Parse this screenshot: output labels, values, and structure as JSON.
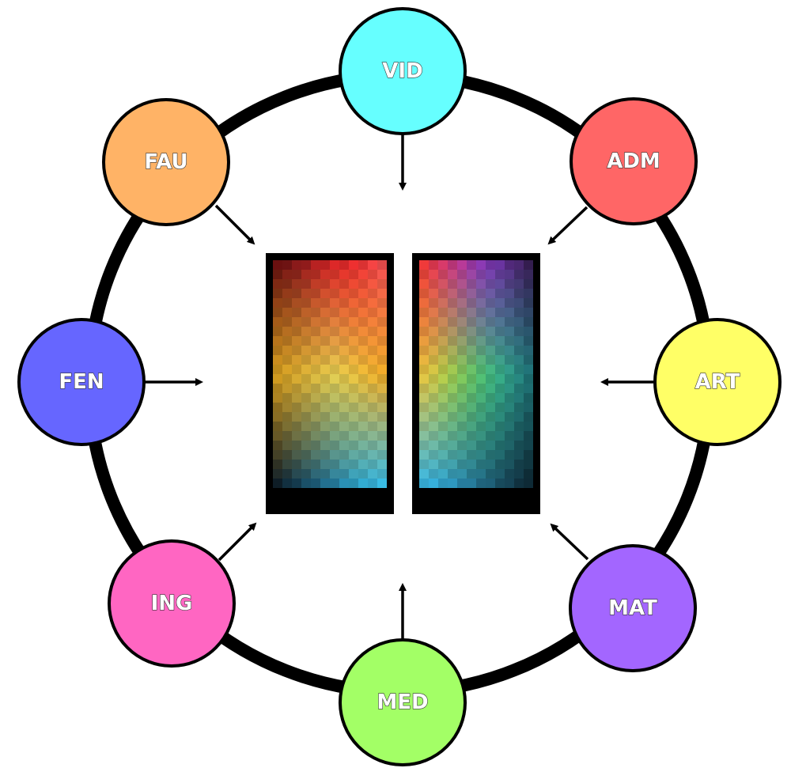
{
  "nodes": [
    {
      "id": "vid",
      "label": "VID",
      "color": "#66ffff"
    },
    {
      "id": "adm",
      "label": "ADM",
      "color": "#ff6666"
    },
    {
      "id": "art",
      "label": "ART",
      "color": "#ffff66"
    },
    {
      "id": "mat",
      "label": "MAT",
      "color": "#a366ff"
    },
    {
      "id": "med",
      "label": "MED",
      "color": "#a3ff66"
    },
    {
      "id": "ing",
      "label": "ING",
      "color": "#ff66c2"
    },
    {
      "id": "fen",
      "label": "FEN",
      "color": "#6666ff"
    },
    {
      "id": "fau",
      "label": "FAU",
      "color": "#ffb366"
    }
  ],
  "colors": {
    "ring": "#000000",
    "arrow": "#000000",
    "node_outline": "#000000",
    "panel_frame": "#000000"
  },
  "palettes": {
    "left": {
      "top_row": [
        "#6b1010",
        "#7a1515",
        "#8a1a1a",
        "#a01e1e",
        "#b82222",
        "#cc2525",
        "#dd2828",
        "#e52a2a",
        "#ee3030",
        "#f23838",
        "#f54444",
        "#f55050"
      ],
      "mid_row": [
        "#d8a020",
        "#dca828",
        "#e0b030",
        "#e2b838",
        "#e4c040",
        "#e6c848",
        "#e8d050",
        "#eccc48",
        "#f0c840",
        "#f2c038",
        "#f4b830",
        "#f4b028"
      ],
      "bottom_row": [
        "#10202a",
        "#123040",
        "#164055",
        "#1a5068",
        "#1e607c",
        "#227090",
        "#2680a2",
        "#2a90b4",
        "#2ea0c4",
        "#32acd2",
        "#36b4dc",
        "#3abce4"
      ]
    },
    "right": {
      "top_row": [
        "#f03a3a",
        "#e83a52",
        "#d83a6a",
        "#c83a82",
        "#b83a98",
        "#a03aaa",
        "#8c3ab4",
        "#7a38b0",
        "#6a34a0",
        "#5a2e88",
        "#4a2870",
        "#3a2058"
      ],
      "mid_row": [
        "#e8c840",
        "#d6cc44",
        "#bcd048",
        "#a0d050",
        "#84cc5a",
        "#6ac866",
        "#54c474",
        "#44bc80",
        "#38b088",
        "#30a08a",
        "#288c84",
        "#20787a"
      ],
      "bottom_row": [
        "#3ab8e4",
        "#36b0dc",
        "#32a6d0",
        "#2e98c0",
        "#2a8aae",
        "#267c9c",
        "#226e8a",
        "#1e6078",
        "#1a5266",
        "#164456",
        "#123646",
        "#0e2a36"
      ]
    }
  }
}
